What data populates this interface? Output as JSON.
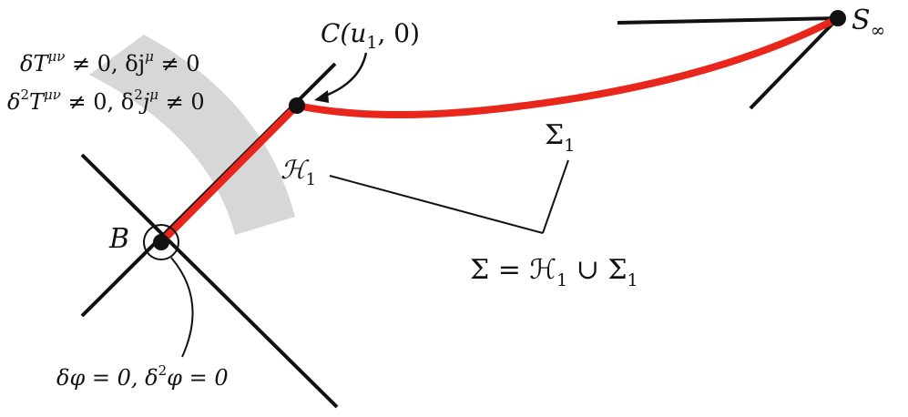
{
  "colors": {
    "line": "#111111",
    "red": "#e8261c",
    "gray_band": "#cfcfcf",
    "background": "#ffffff"
  },
  "labels": {
    "B": "B",
    "C": "C(u",
    "C_sub": "1",
    "C_tail": ", 0)",
    "S": "S",
    "S_sub": "∞",
    "H1": "ℋ",
    "H1_sub": "1",
    "Sigma1": "Σ",
    "Sigma1_sub": "1",
    "union": {
      "lhs": "Σ = ℋ",
      "sub1": "1",
      "mid": " ∪ Σ",
      "sub2": "1"
    },
    "top_line1": {
      "a": "δT",
      "a_sup": "μν",
      "b": " ≠ 0,  δj",
      "b_sup": "μ",
      "c": " ≠ 0"
    },
    "top_line2": {
      "a": "δ",
      "a_sup": "2",
      "b": "T",
      "b_sup": "μν",
      "c": " ≠ 0,  δ",
      "c_sup": "2",
      "d": "j",
      "d_sup": "μ",
      "e": " ≠ 0"
    },
    "bottom": {
      "a": "δφ = 0,  δ",
      "a_sup": "2",
      "b": "φ = 0"
    }
  }
}
